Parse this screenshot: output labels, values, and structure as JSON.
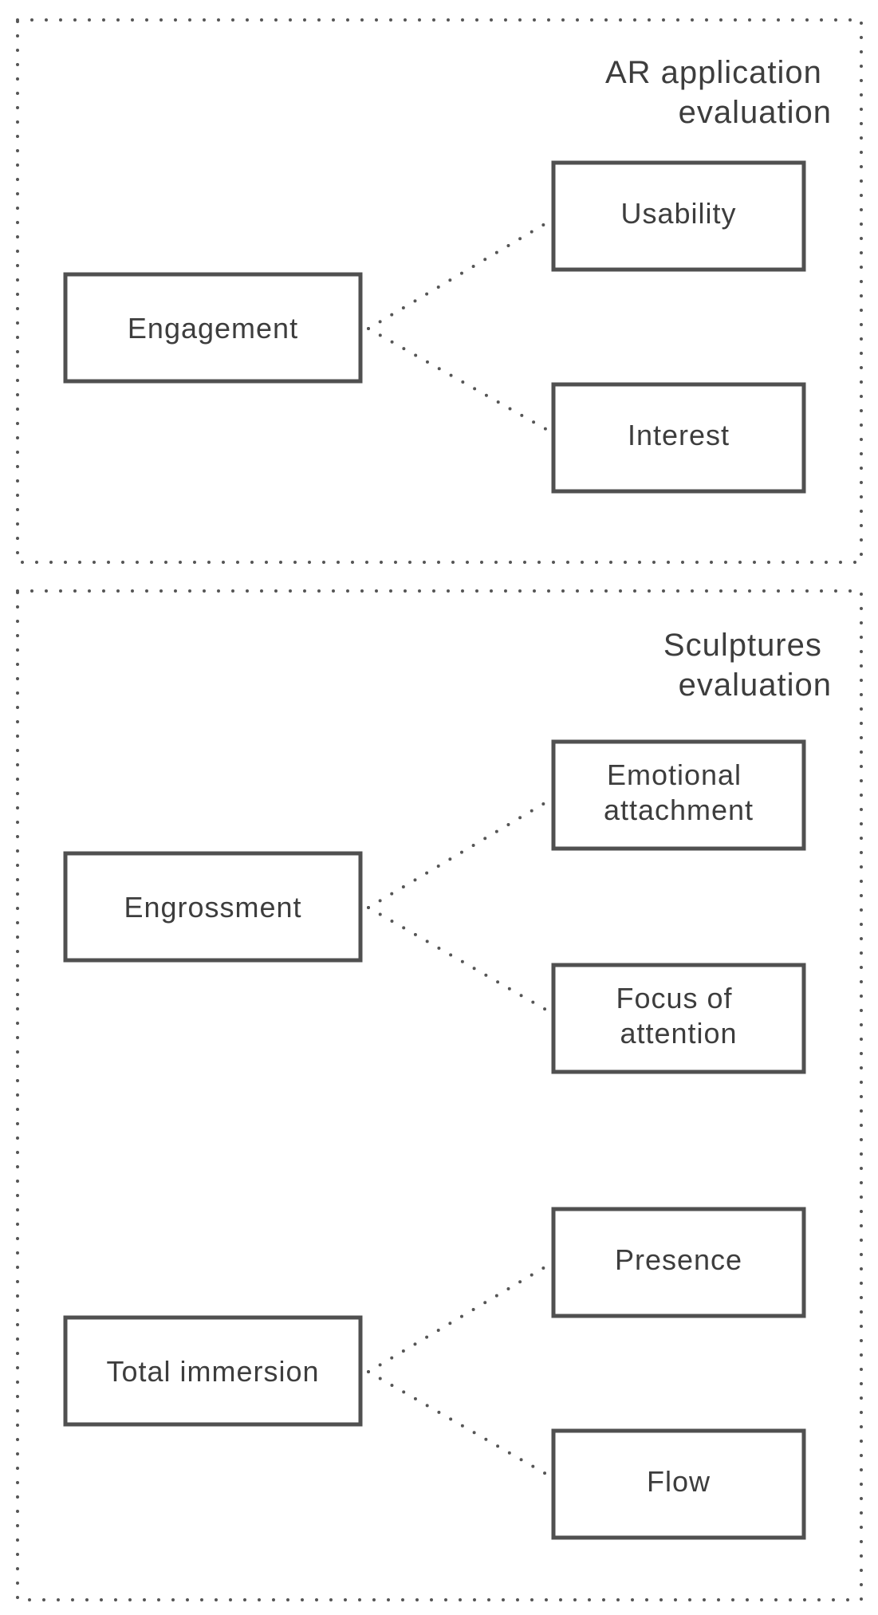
{
  "groups": [
    {
      "title_lines": [
        "AR application",
        "evaluation"
      ],
      "concepts": [
        {
          "label_lines": [
            "Engagement"
          ],
          "sub_items": [
            {
              "label_lines": [
                "Usability"
              ]
            },
            {
              "label_lines": [
                "Interest"
              ]
            }
          ]
        }
      ]
    },
    {
      "title_lines": [
        "Sculptures",
        "evaluation"
      ],
      "concepts": [
        {
          "label_lines": [
            "Engrossment"
          ],
          "sub_items": [
            {
              "label_lines": [
                "Emotional",
                "attachment"
              ]
            },
            {
              "label_lines": [
                "Focus of",
                "attention"
              ]
            }
          ]
        },
        {
          "label_lines": [
            "Total immersion"
          ],
          "sub_items": [
            {
              "label_lines": [
                "Presence"
              ]
            },
            {
              "label_lines": [
                "Flow"
              ]
            }
          ]
        }
      ]
    }
  ]
}
